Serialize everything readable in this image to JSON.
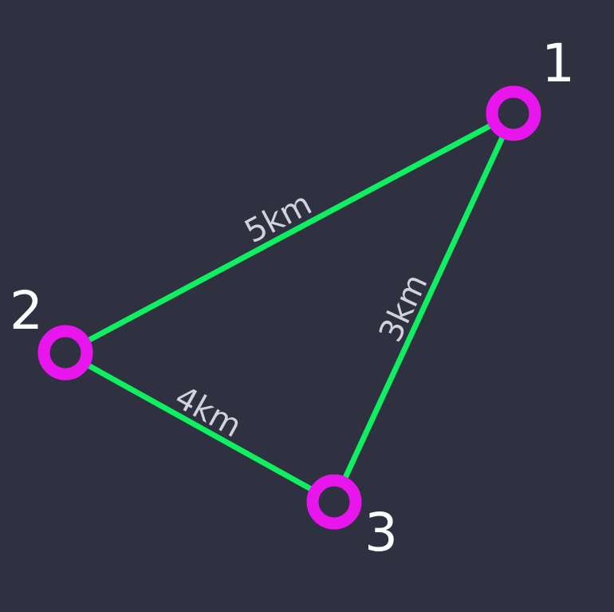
{
  "colors": {
    "background": "#2f3040",
    "edge": "#0ef061",
    "node": "#e815ec",
    "node_label": "#ffffff",
    "edge_label": "#d2d2dc"
  },
  "nodes": [
    {
      "id": "1",
      "label": "1"
    },
    {
      "id": "2",
      "label": "2"
    },
    {
      "id": "3",
      "label": "3"
    }
  ],
  "edges": [
    {
      "from": "1",
      "to": "2",
      "label": "5km"
    },
    {
      "from": "2",
      "to": "3",
      "label": "4km"
    },
    {
      "from": "1",
      "to": "3",
      "label": "3km"
    }
  ]
}
